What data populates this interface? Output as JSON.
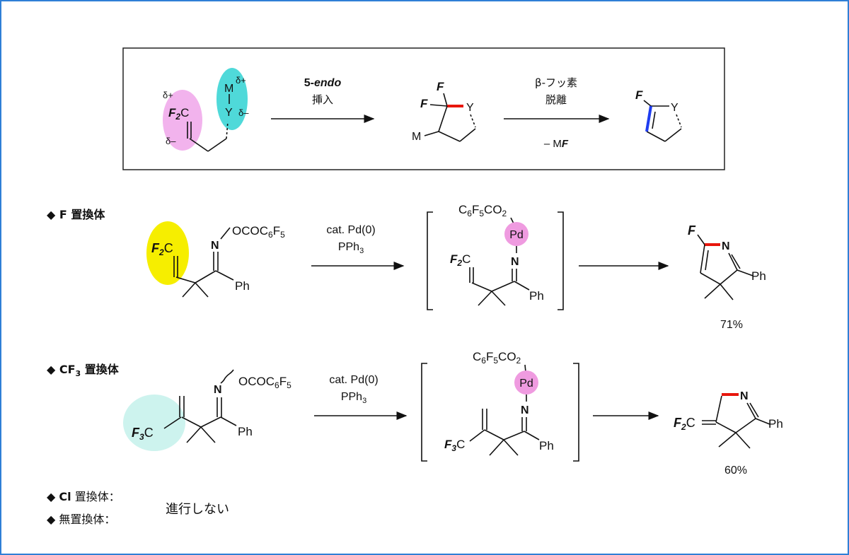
{
  "scheme": {
    "step1_label_a": "5-endo",
    "step1_label_b": "挿入",
    "step2_label_a": "β-フッ素",
    "step2_label_b": "脱離",
    "step2_below": "– MF",
    "delta_plus": "δ+",
    "delta_minus": "δ–",
    "atom_M": "M",
    "atom_Y": "Y",
    "atom_F": "F",
    "f2c": "F2C"
  },
  "rows": [
    {
      "bullet": "◆ F 置換体",
      "sm_group": "OCOC6F5",
      "reagent_line1": "cat. Pd(0)",
      "reagent_line2": "PPh3",
      "int_top": "C6F5CO2",
      "pd": "Pd",
      "n": "N",
      "ph": "Ph",
      "yield": "71%"
    },
    {
      "bullet": "◆ CF3 置換体",
      "sm_group": "OCOC6F5",
      "reagent_line1": "cat. Pd(0)",
      "reagent_line2": "PPh3",
      "int_top": "C6F5CO2",
      "pd": "Pd",
      "n": "N",
      "ph": "Ph",
      "yield": "60%"
    }
  ],
  "footer": {
    "cl_label": "◆ Cl 置換体：",
    "none_label": "◆ 無置換体：",
    "result": "進行しない"
  },
  "colors": {
    "red": "#e8160c",
    "blue": "#1f3df0",
    "yellow": "#f6ee00",
    "cyan": "#4fd9d9",
    "pink": "#f0a6ea",
    "pink_pd": "#ef9be0",
    "pale_cyan": "#cdf3ee"
  }
}
